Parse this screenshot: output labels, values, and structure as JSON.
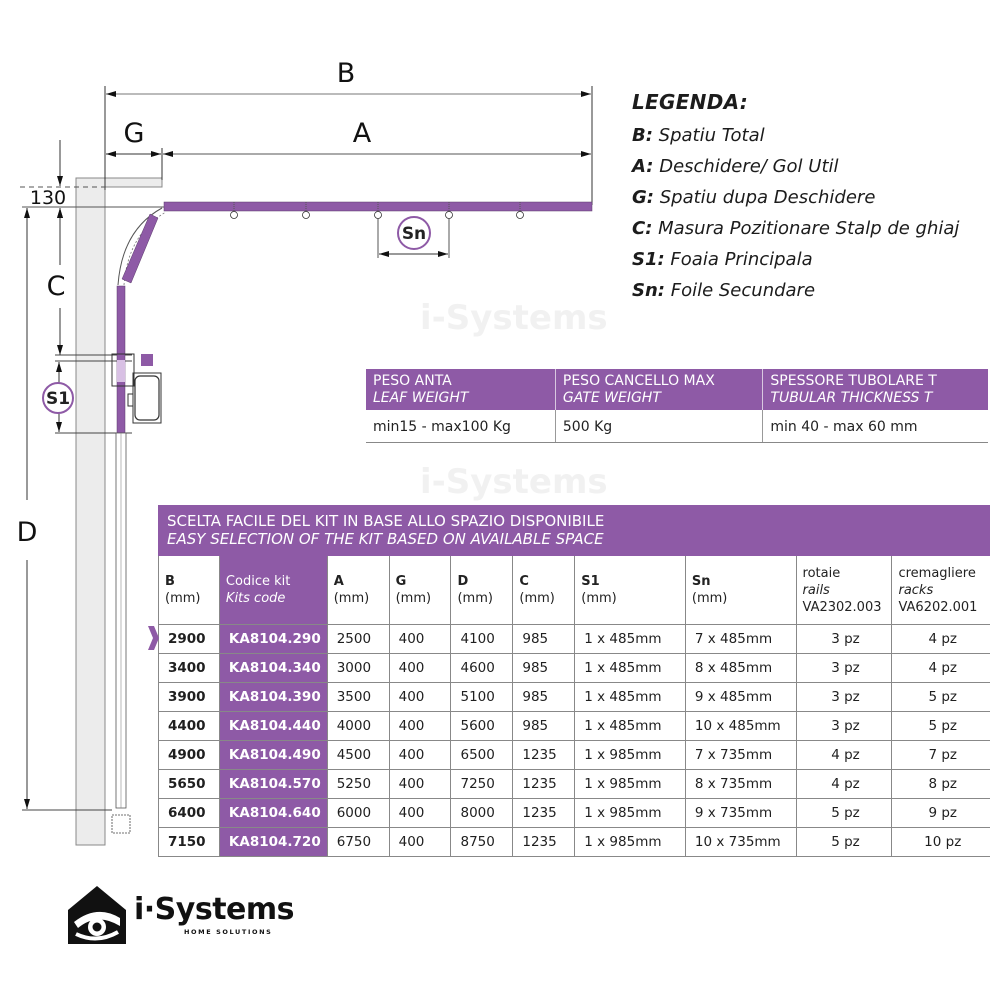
{
  "diagram": {
    "dimensions": {
      "B": "B",
      "A": "A",
      "G": "G",
      "C": "C",
      "D": "D",
      "offset_130": "130",
      "S1": "S1",
      "Sn": "Sn"
    },
    "colors": {
      "gate_purple": "#8e5aa6",
      "wall_gray": "#ececec",
      "line_dark": "#222222"
    }
  },
  "legend": {
    "title": "LEGENDA:",
    "items": [
      {
        "key": "B:",
        "text": "Spatiu Total"
      },
      {
        "key": "A:",
        "text": "Deschidere/ Gol Util"
      },
      {
        "key": "G:",
        "text": "Spatiu dupa Deschidere"
      },
      {
        "key": "C:",
        "text": "Masura Pozitionare Stalp de ghiaj"
      },
      {
        "key": "S1:",
        "text": "Foaia Principala"
      },
      {
        "key": "Sn:",
        "text": "Foile Secundare"
      }
    ]
  },
  "weight_table": {
    "headers": [
      {
        "it": "PESO ANTA",
        "en": "LEAF WEIGHT"
      },
      {
        "it": "PESO CANCELLO MAX",
        "en": "GATE WEIGHT"
      },
      {
        "it": "SPESSORE TUBOLARE  T",
        "en": "TUBULAR THICKNESS  T"
      }
    ],
    "values": [
      "min15 - max100 Kg",
      "500 Kg",
      "min 40 - max 60 mm"
    ]
  },
  "kit_table": {
    "title_it": "SCELTA FACILE DEL KIT IN BASE ALLO SPAZIO DISPONIBILE",
    "title_en": "EASY SELECTION OF THE KIT BASED ON AVAILABLE SPACE",
    "columns": [
      {
        "label": "B",
        "unit": "(mm)"
      },
      {
        "label": "Codice kit",
        "unit": "Kits code"
      },
      {
        "label": "A",
        "unit": "(mm)"
      },
      {
        "label": "G",
        "unit": "(mm)"
      },
      {
        "label": "D",
        "unit": "(mm)"
      },
      {
        "label": "C",
        "unit": "(mm)"
      },
      {
        "label": "S1",
        "unit": "(mm)"
      },
      {
        "label": "Sn",
        "unit": "(mm)"
      },
      {
        "label": "rotaie",
        "unit": "rails",
        "code": "VA2302.003"
      },
      {
        "label": "cremagliere",
        "unit": "racks",
        "code": "VA6202.001"
      }
    ],
    "rows": [
      [
        "2900",
        "KA8104.290",
        "2500",
        "400",
        "4100",
        "985",
        "1 x  485mm",
        "7 x  485mm",
        "3 pz",
        "4 pz"
      ],
      [
        "3400",
        "KA8104.340",
        "3000",
        "400",
        "4600",
        "985",
        "1 x  485mm",
        "8 x  485mm",
        "3 pz",
        "4 pz"
      ],
      [
        "3900",
        "KA8104.390",
        "3500",
        "400",
        "5100",
        "985",
        "1 x  485mm",
        "9 x  485mm",
        "3 pz",
        "5 pz"
      ],
      [
        "4400",
        "KA8104.440",
        "4000",
        "400",
        "5600",
        "985",
        "1 x  485mm",
        "10 x  485mm",
        "3 pz",
        "5 pz"
      ],
      [
        "4900",
        "KA8104.490",
        "4500",
        "400",
        "6500",
        "1235",
        "1 x  985mm",
        "7 x  735mm",
        "4 pz",
        "7 pz"
      ],
      [
        "5650",
        "KA8104.570",
        "5250",
        "400",
        "7250",
        "1235",
        "1 x  985mm",
        "8 x  735mm",
        "4 pz",
        "8 pz"
      ],
      [
        "6400",
        "KA8104.640",
        "6000",
        "400",
        "8000",
        "1235",
        "1 x  985mm",
        "9 x  735mm",
        "5 pz",
        "9 pz"
      ],
      [
        "7150",
        "KA8104.720",
        "6750",
        "400",
        "8750",
        "1235",
        "1 x  985mm",
        "10 x  735mm",
        "5 pz",
        "10 pz"
      ]
    ]
  },
  "logo": {
    "brand": "i·Systems",
    "tagline": "HOME SOLUTIONS"
  }
}
